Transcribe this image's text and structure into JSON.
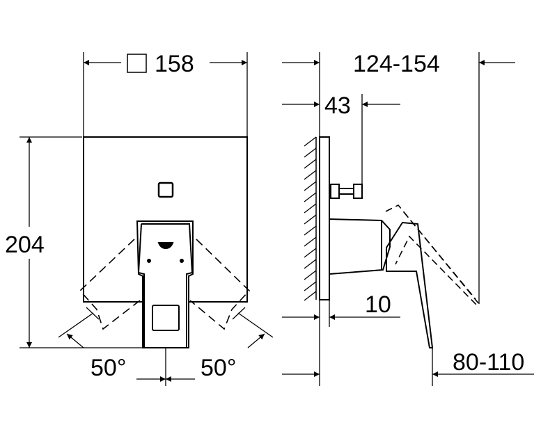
{
  "drawing": {
    "type": "technical-dimension-drawing",
    "views": [
      "front-view",
      "side-view"
    ]
  },
  "front_view": {
    "width_label": "158",
    "width_symbol": "square",
    "height_label": "204",
    "angle_left_label": "50°",
    "angle_right_label": "50°"
  },
  "side_view": {
    "projection_label": "124-154",
    "depth_label": "43",
    "plate_label": "10",
    "lever_label": "80-110"
  },
  "colors": {
    "line": "#000000",
    "background": "#ffffff"
  }
}
